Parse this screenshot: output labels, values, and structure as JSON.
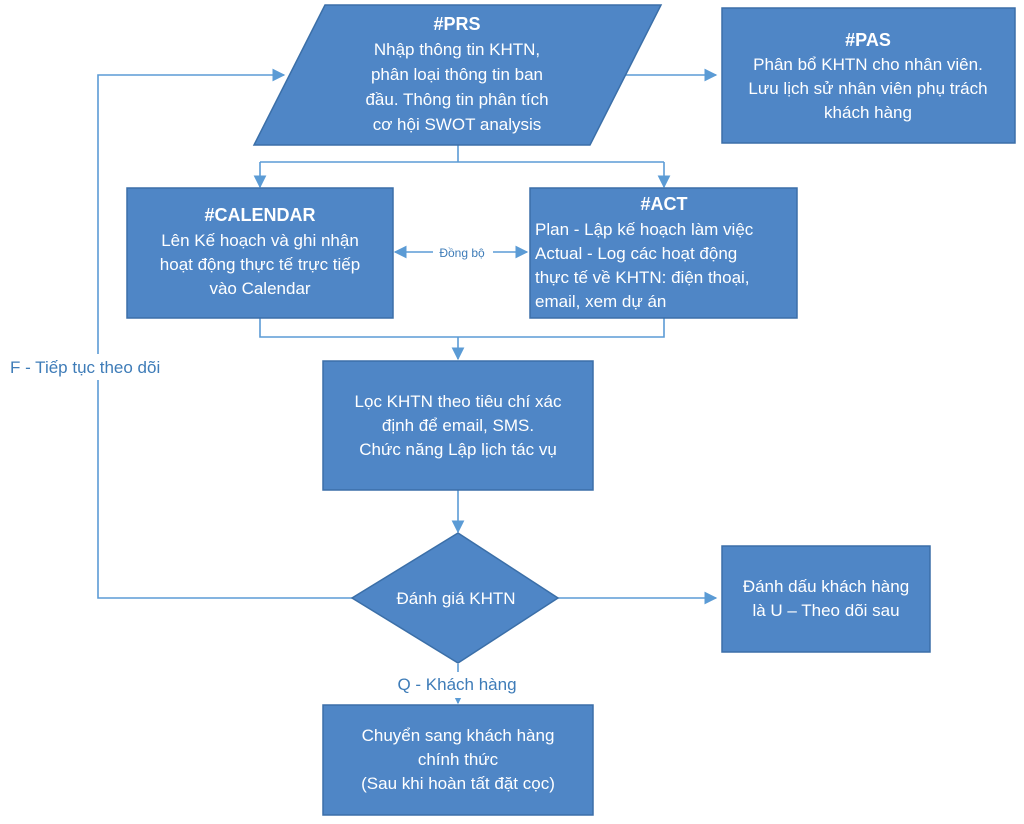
{
  "colors": {
    "node_fill": "#4f86c6",
    "node_stroke": "#3b6fa8",
    "connector": "#5b9bd5",
    "label_text": "#3e7cb8"
  },
  "nodes": {
    "prs": {
      "title": "#PRS",
      "lines": [
        "Nhập thông tin KHTN,",
        "phân loại thông tin ban",
        "đầu. Thông tin phân tích",
        "cơ hội SWOT analysis"
      ]
    },
    "pas": {
      "title": "#PAS",
      "lines": [
        "Phân bổ KHTN cho nhân viên.",
        "Lưu lịch sử nhân viên phụ trách",
        "khách hàng"
      ]
    },
    "calendar": {
      "title": "#CALENDAR",
      "lines": [
        "Lên Kế hoạch và ghi nhận",
        "hoạt động thực tế trực tiếp",
        "vào Calendar"
      ]
    },
    "act": {
      "title": "#ACT",
      "lines": [
        "Plan - Lập kế hoạch làm việc",
        "Actual - Log các hoạt động",
        "thực tế về KHTN: điện thoại,",
        "email, xem dự án"
      ]
    },
    "filter": {
      "lines": [
        "Lọc KHTN theo tiêu chí xác",
        "định để email, SMS.",
        "Chức năng Lập lịch tác vụ"
      ]
    },
    "evaluate": {
      "label": "Đánh giá KHTN"
    },
    "mark_u": {
      "lines": [
        "Đánh dấu khách hàng",
        "là U – Theo dõi sau"
      ]
    },
    "convert": {
      "lines": [
        "Chuyển sang khách hàng",
        "chính thức",
        "(Sau khi hoàn tất đặt cọc)"
      ]
    }
  },
  "edges": {
    "sync_label": "Đồng bộ",
    "follow_label": "F - Tiếp tục theo dõi",
    "customer_label": "Q - Khách hàng"
  }
}
